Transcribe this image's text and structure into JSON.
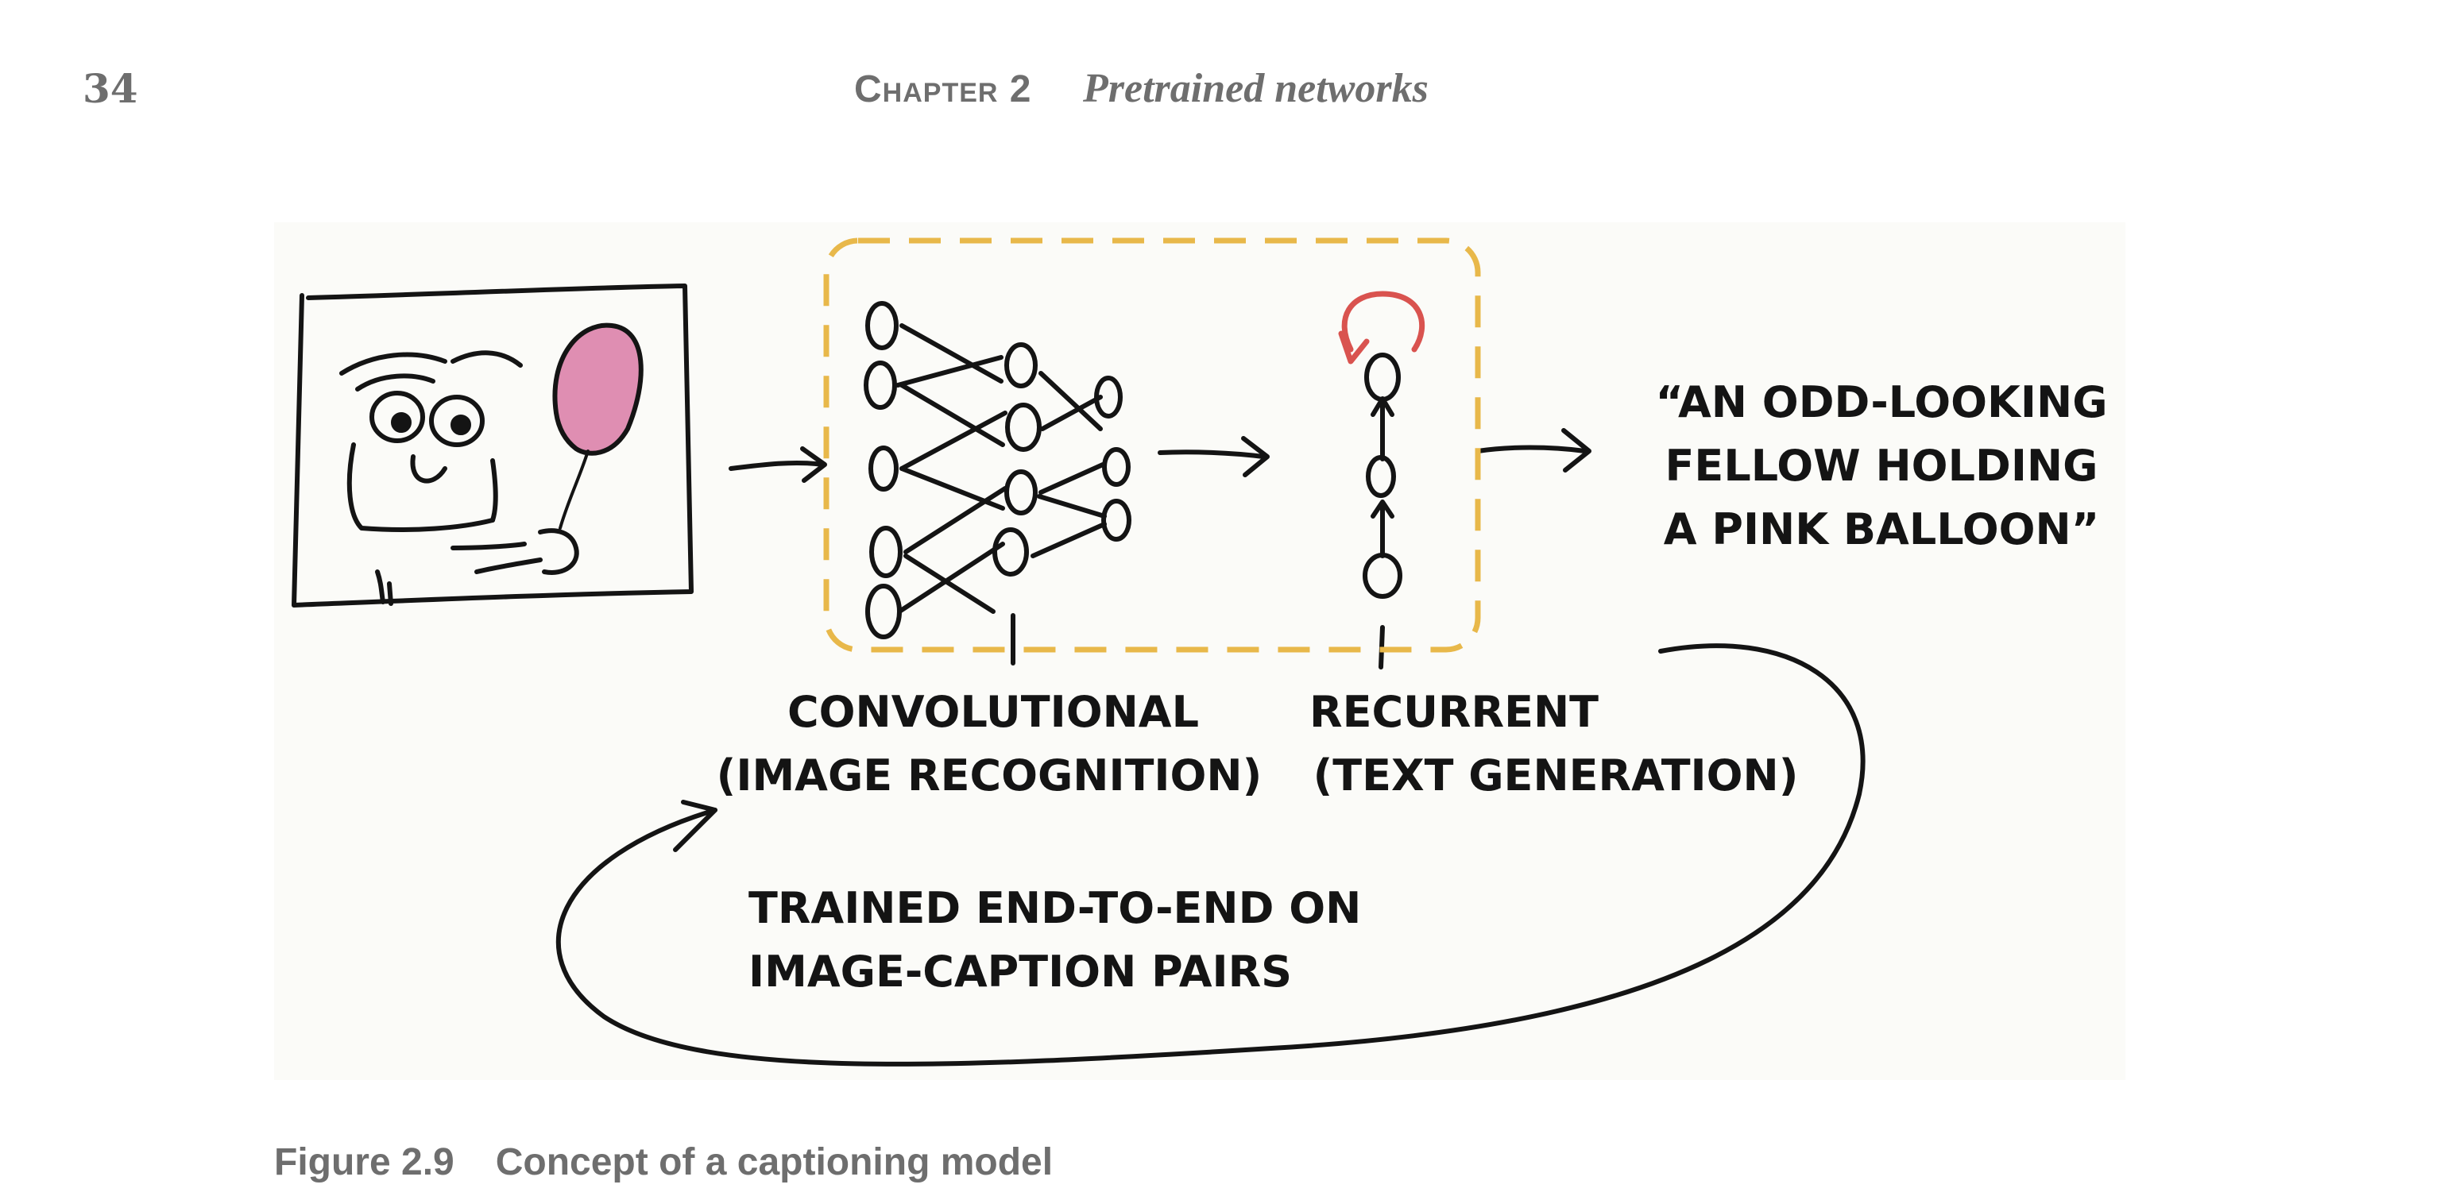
{
  "header": {
    "page_number": "34",
    "chapter_label": "Chapter 2",
    "chapter_title": "Pretrained networks"
  },
  "figure": {
    "cnn_label_line1": "CONVOLUTIONAL",
    "cnn_label_line2": "(IMAGE RECOGNITION)",
    "rnn_label_line1": "RECURRENT",
    "rnn_label_line2": "(TEXT GENERATION)",
    "output_caption_line1": "“AN ODD-LOOKING",
    "output_caption_line2": "FELLOW HOLDING",
    "output_caption_line3": "A PINK BALLOON”",
    "loop_label_line1": "TRAINED END-TO-END ON",
    "loop_label_line2": "IMAGE-CAPTION PAIRS",
    "colors": {
      "ink": "#141414",
      "dashed_box": "#e8b84a",
      "balloon": "#d97aa6",
      "recurrent_loop": "#d9534f",
      "header_gray": "#6e6e6e"
    }
  },
  "caption": {
    "figure_number": "Figure 2.9",
    "text": "Concept of a captioning model"
  }
}
